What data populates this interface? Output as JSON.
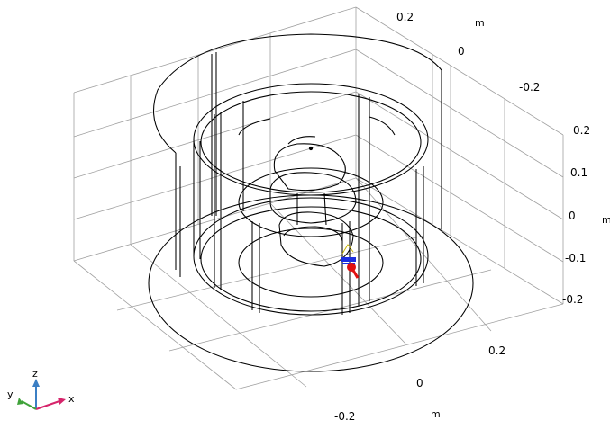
{
  "axes": {
    "y_ticks": [
      "0.2",
      "0",
      "-0.2"
    ],
    "y_unit": "m",
    "z_ticks": [
      "0.2",
      "0.1",
      "0",
      "-0.1",
      "-0.2"
    ],
    "z_unit": "m",
    "x_ticks": [
      "0.2",
      "0",
      "-0.2"
    ],
    "x_unit": "m"
  },
  "triad": {
    "x_label": "x",
    "y_label": "y",
    "z_label": "z"
  },
  "colors": {
    "x_axis": "#d6246b",
    "y_axis": "#3fa23a",
    "z_axis": "#3b7fc4",
    "source_marker": "#e01010",
    "port_marker": "#1b2ee0"
  }
}
